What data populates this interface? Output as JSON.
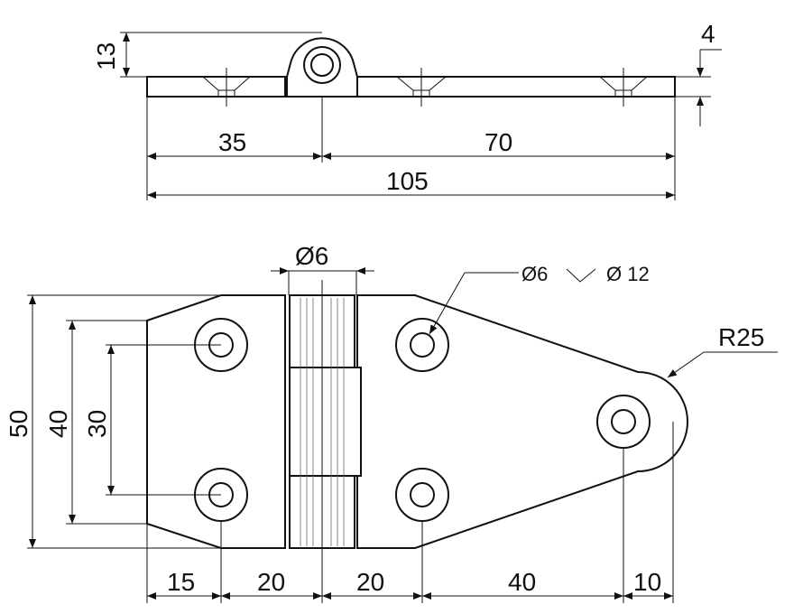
{
  "dimensions": {
    "top_height": "13",
    "plate_thickness": "4",
    "top_left_len": "35",
    "top_right_len": "70",
    "top_total_len": "105",
    "pin_diameter": "Ø6",
    "hole_spec_a": "Ø6",
    "hole_spec_b": "Ø 12",
    "radius": "R25",
    "height_outer": "50",
    "height_mid": "40",
    "height_inner": "30",
    "bottom_seg_1": "15",
    "bottom_seg_2": "20",
    "bottom_seg_3": "20",
    "bottom_seg_4": "40",
    "bottom_seg_5": "10"
  }
}
